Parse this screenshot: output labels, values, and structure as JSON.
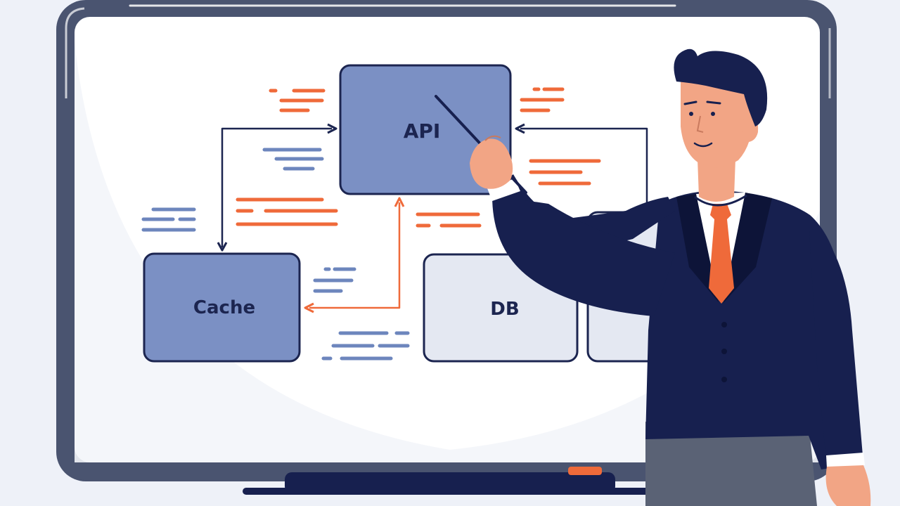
{
  "diagram": {
    "nodes": [
      {
        "id": "api",
        "label": "API"
      },
      {
        "id": "cache",
        "label": "Cache"
      },
      {
        "id": "db",
        "label": "DB"
      },
      {
        "id": "extra",
        "label": ""
      }
    ],
    "edges": [
      {
        "from": "cache",
        "to": "api"
      },
      {
        "from": "api",
        "to": "cache"
      },
      {
        "from": "extra",
        "to": "api"
      }
    ]
  },
  "colors": {
    "background": "#eef1f8",
    "board_frame": "#4a5470",
    "board_surface": "#ffffff",
    "node_primary": "#7b90c4",
    "node_secondary": "#e4e8f2",
    "node_stroke": "#1c2550",
    "accent": "#ef6a3a",
    "annotation_blue": "#6d86bd",
    "suit": "#17204f",
    "skin": "#f2a585",
    "trousers": "#5a6275",
    "hair": "#17204f"
  }
}
